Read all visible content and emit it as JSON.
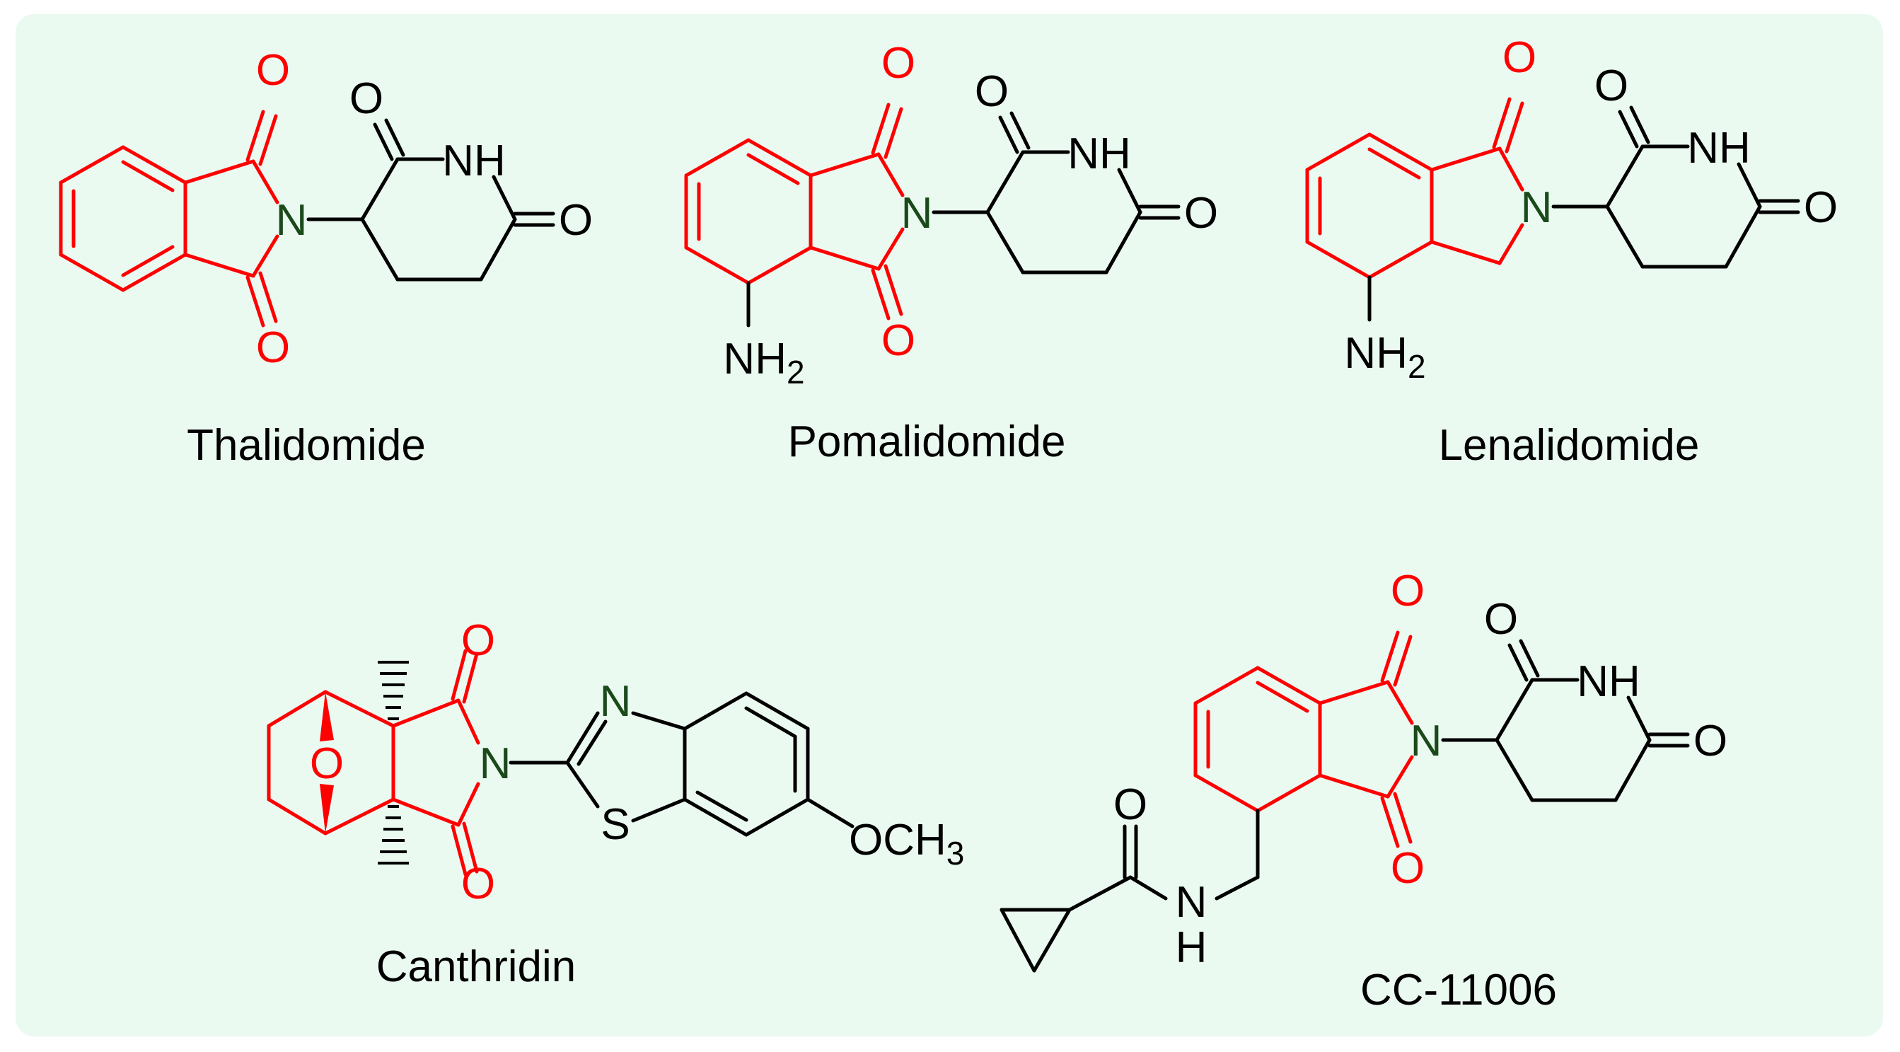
{
  "colors": {
    "background": "#ebfaf1",
    "core": "#ff0000",
    "skeleton": "#000000",
    "nitrogen": "#1a4a1a"
  },
  "molecules": {
    "thalidomide": {
      "name": "Thalidomide"
    },
    "pomalidomide": {
      "name": "Pomalidomide"
    },
    "lenalidomide": {
      "name": "Lenalidomide"
    },
    "canthridin": {
      "name": "Canthridin"
    },
    "cc11006": {
      "name": "CC-11006"
    }
  },
  "atoms": {
    "O": "O",
    "N": "N",
    "NH": "NH",
    "NH2": "NH2",
    "S": "S",
    "H": "H",
    "OCH3": "OCH3"
  }
}
